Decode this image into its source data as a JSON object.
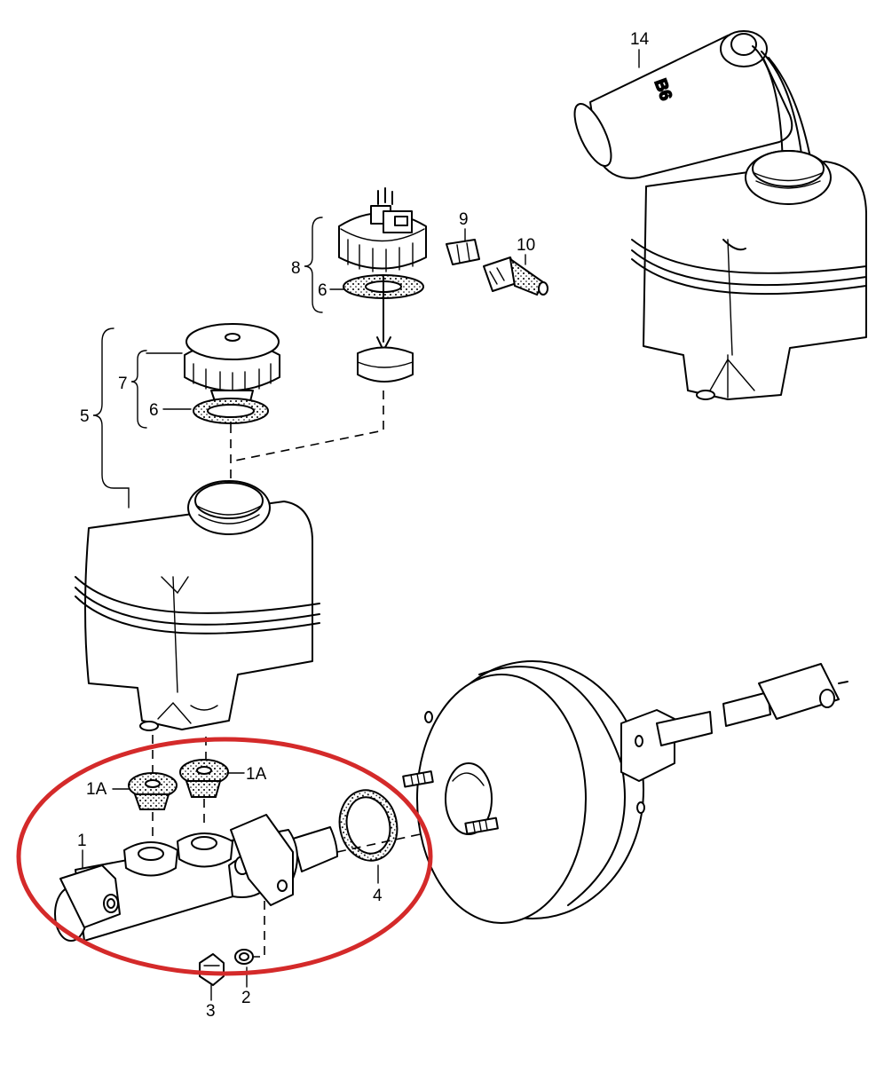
{
  "callouts": {
    "c14": "14",
    "c9": "9",
    "c10": "10",
    "c8": "8",
    "c6_top": "6",
    "c7": "7",
    "c6_mid": "6",
    "c5": "5",
    "c1A_left": "1A",
    "c1A_right": "1A",
    "c1": "1",
    "c4": "4",
    "c3": "3",
    "c2": "2"
  },
  "bottle_label": "B6",
  "highlight_color": "#d42a2a"
}
